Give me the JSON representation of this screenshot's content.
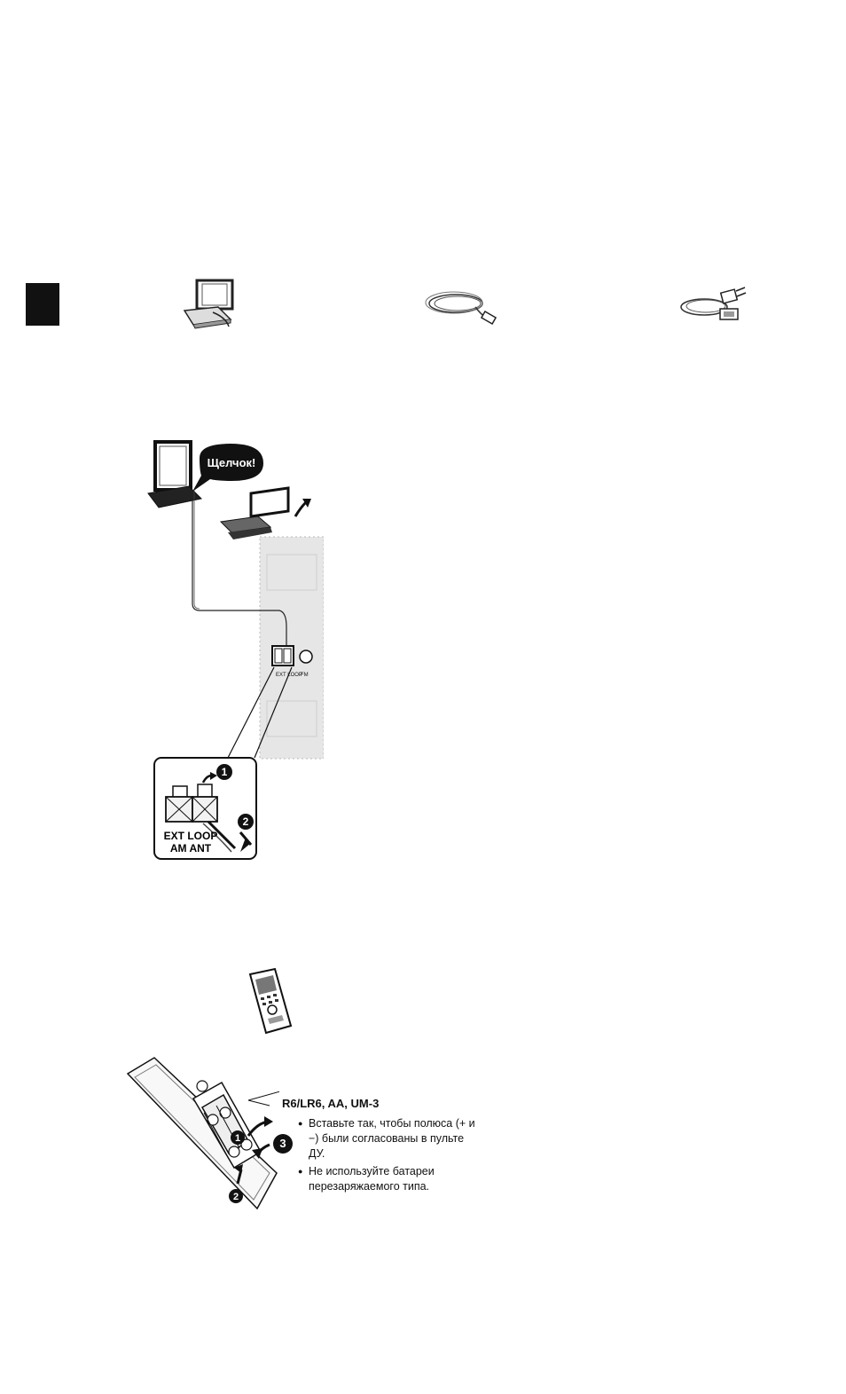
{
  "accessories": [
    {
      "name": "am-loop-antenna"
    },
    {
      "name": "fm-indoor-antenna"
    },
    {
      "name": "ac-mains-lead"
    }
  ],
  "antenna_figure": {
    "callout": "Щелчок!",
    "step1": "1",
    "step2": "2",
    "terminal_label_line1": "EXT LOOP",
    "terminal_label_line2": "AM ANT"
  },
  "remote_figure": {
    "battery_type": "R6/LR6, AA, UM-3",
    "steps": [
      "1",
      "2",
      "3"
    ],
    "notes": [
      "Вставьте так, чтобы полюса (+ и −) были согласованы в пульте ДУ.",
      "Не используйте батареи перезаряжаемого типа."
    ]
  }
}
